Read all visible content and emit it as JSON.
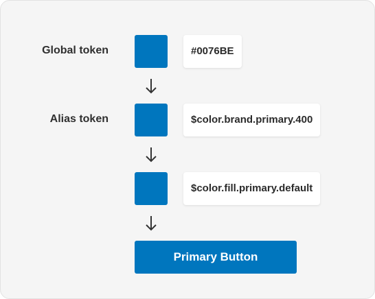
{
  "colors": {
    "token_color": "#0076BE",
    "button_color": "#0076BE"
  },
  "rows": [
    {
      "label": "Global token",
      "value": "#0076BE"
    },
    {
      "label": "Alias token",
      "value": "$color.brand.primary.400"
    },
    {
      "label": "",
      "value": "$color.fill.primary.default"
    }
  ],
  "button": {
    "label": "Primary Button"
  }
}
